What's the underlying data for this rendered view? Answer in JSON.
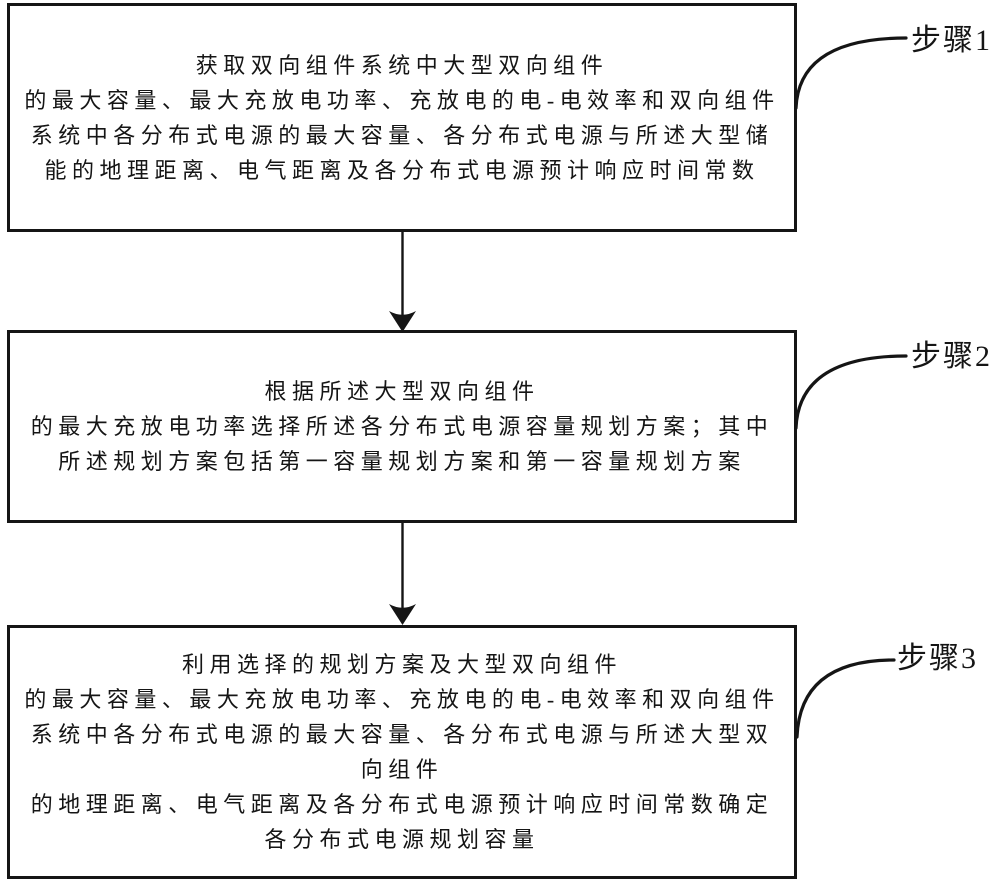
{
  "figure": {
    "type": "flowchart",
    "orientation": "vertical",
    "colors": {
      "ink": "#151515",
      "background": "#ffffff"
    }
  },
  "steps": [
    {
      "label": "步骤1",
      "lines": [
        "获取双向组件系统中大型双向组件",
        "的最大容量、最大充放电功率、充放电的电-电效率和双向组件",
        "系统中各分布式电源的最大容量、各分布式电源与所述大型储",
        "能的地理距离、电气距离及各分布式电源预计响应时间常数"
      ]
    },
    {
      "label": "步骤2",
      "lines": [
        "根据所述大型双向组件",
        "的最大充放电功率选择所述各分布式电源容量规划方案；其中",
        "所述规划方案包括第一容量规划方案和第一容量规划方案"
      ]
    },
    {
      "label": "步骤3",
      "lines": [
        "利用选择的规划方案及大型双向组件",
        "的最大容量、最大充放电功率、充放电的电-电效率和双向组件",
        "系统中各分布式电源的最大容量、各分布式电源与所述大型双",
        "向组件",
        "的地理距离、电气距离及各分布式电源预计响应时间常数确定",
        "各分布式电源规划容量"
      ]
    }
  ]
}
